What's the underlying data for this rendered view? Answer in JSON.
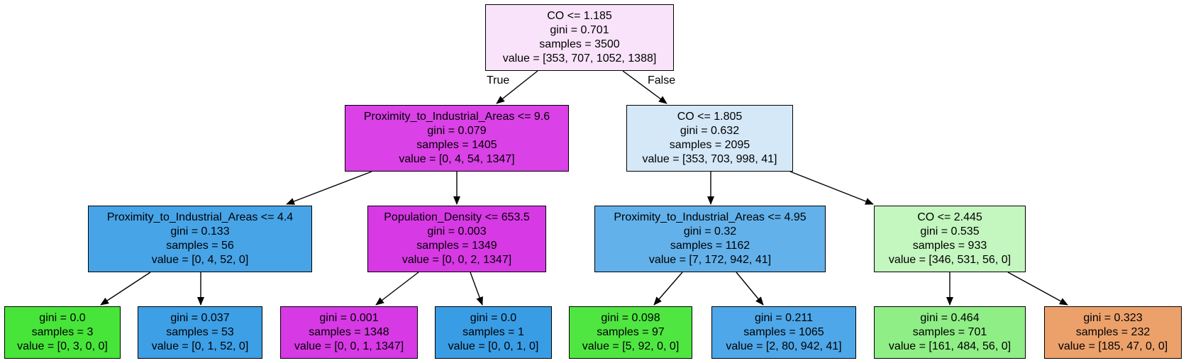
{
  "tree": {
    "nodes": [
      {
        "id": "n0",
        "lines": [
          "CO <= 1.185",
          "gini = 0.701",
          "samples = 3500",
          "value = [353, 707, 1052, 1388]"
        ],
        "fill": "#f9e3fa"
      },
      {
        "id": "n1",
        "lines": [
          "Proximity_to_Industrial_Areas <= 9.6",
          "gini = 0.079",
          "samples = 1405",
          "value = [0, 4, 54, 1347]"
        ],
        "fill": "#da41e6"
      },
      {
        "id": "n2",
        "lines": [
          "CO <= 1.805",
          "gini = 0.632",
          "samples = 2095",
          "value = [353, 703, 998, 41]"
        ],
        "fill": "#d4e8f8"
      },
      {
        "id": "n3",
        "lines": [
          "Proximity_to_Industrial_Areas <= 4.4",
          "gini = 0.133",
          "samples = 56",
          "value = [0, 4, 52, 0]"
        ],
        "fill": "#47a4e7"
      },
      {
        "id": "n4",
        "lines": [
          "Population_Density <= 653.5",
          "gini = 0.003",
          "samples = 1349",
          "value = [0, 0, 2, 1347]"
        ],
        "fill": "#d739e5"
      },
      {
        "id": "n5",
        "lines": [
          "Proximity_to_Industrial_Areas <= 4.95",
          "gini = 0.32",
          "samples = 1162",
          "value = [7, 172, 942, 41]"
        ],
        "fill": "#62b1ea"
      },
      {
        "id": "n6",
        "lines": [
          "CO <= 2.445",
          "gini = 0.535",
          "samples = 933",
          "value = [346, 531, 56, 0]"
        ],
        "fill": "#c4f6bf"
      },
      {
        "id": "n7",
        "lines": [
          "gini = 0.0",
          "samples = 3",
          "value = [0, 3, 0, 0]"
        ],
        "fill": "#47e539"
      },
      {
        "id": "n8",
        "lines": [
          "gini = 0.037",
          "samples = 53",
          "value = [0, 1, 52, 0]"
        ],
        "fill": "#3d9fe6"
      },
      {
        "id": "n9",
        "lines": [
          "gini = 0.001",
          "samples = 1348",
          "value = [0, 0, 1, 1347]"
        ],
        "fill": "#d739e5"
      },
      {
        "id": "n10",
        "lines": [
          "gini = 0.0",
          "samples = 1",
          "value = [0, 0, 1, 0]"
        ],
        "fill": "#399de5"
      },
      {
        "id": "n11",
        "lines": [
          "gini = 0.098",
          "samples = 97",
          "value = [5, 92, 0, 0]"
        ],
        "fill": "#4fe642"
      },
      {
        "id": "n12",
        "lines": [
          "gini = 0.211",
          "samples = 1065",
          "value = [2, 80, 942, 41]"
        ],
        "fill": "#4ea7e8"
      },
      {
        "id": "n13",
        "lines": [
          "gini = 0.464",
          "samples = 701",
          "value = [161, 484, 56, 0]"
        ],
        "fill": "#8fee86"
      },
      {
        "id": "n14",
        "lines": [
          "gini = 0.323",
          "samples = 232",
          "value = [185, 47, 0, 0]"
        ],
        "fill": "#eca16b"
      }
    ],
    "edges": [
      {
        "from": "n0",
        "to": "n1",
        "label": "True"
      },
      {
        "from": "n0",
        "to": "n2",
        "label": "False"
      },
      {
        "from": "n1",
        "to": "n3",
        "label": ""
      },
      {
        "from": "n1",
        "to": "n4",
        "label": ""
      },
      {
        "from": "n2",
        "to": "n5",
        "label": ""
      },
      {
        "from": "n2",
        "to": "n6",
        "label": ""
      },
      {
        "from": "n3",
        "to": "n7",
        "label": ""
      },
      {
        "from": "n3",
        "to": "n8",
        "label": ""
      },
      {
        "from": "n4",
        "to": "n9",
        "label": ""
      },
      {
        "from": "n4",
        "to": "n10",
        "label": ""
      },
      {
        "from": "n5",
        "to": "n11",
        "label": ""
      },
      {
        "from": "n5",
        "to": "n12",
        "label": ""
      },
      {
        "from": "n6",
        "to": "n13",
        "label": ""
      },
      {
        "from": "n6",
        "to": "n14",
        "label": ""
      }
    ]
  }
}
